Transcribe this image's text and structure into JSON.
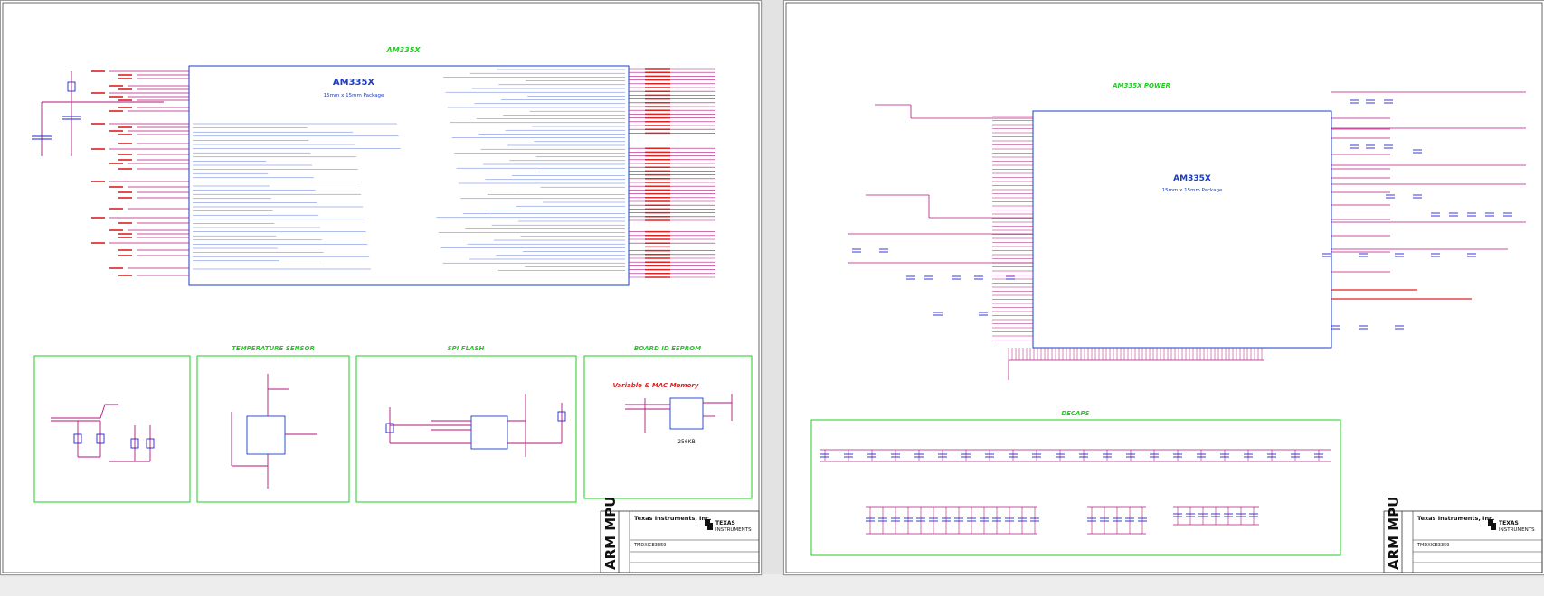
{
  "colors": {
    "wire": "#b0167a",
    "net_red": "#e02020",
    "chip_blue": "#1a3cc8",
    "frame_green": "#22cc22",
    "symbol_blue": "#2222cc"
  },
  "sheet1": {
    "chip_header": "AM335X",
    "chip_title": "AM335X",
    "chip_subtitle": "15mm x 15mm Package",
    "sections": {
      "temperature": "TEMPERATURE SENSOR",
      "spi_flash": "SPI FLASH",
      "board_id": "BOARD ID EEPROM",
      "eeprom_label": "Variable & MAC Memory",
      "eeprom_part": "256KB"
    },
    "title_block": {
      "company": "Texas Instruments, Inc.",
      "brand_line1": "TEXAS",
      "brand_line2": "INSTRUMENTS",
      "vertical": "ARM MPU",
      "part": "TMDXICE3359"
    }
  },
  "sheet2": {
    "power_header": "AM335X POWER",
    "chip_title": "AM335X",
    "chip_subtitle": "15mm x 15mm Package",
    "decaps": "DECAPS",
    "title_block": {
      "company": "Texas Instruments, Inc.",
      "brand_line1": "TEXAS",
      "brand_line2": "INSTRUMENTS",
      "vertical": "ARM MPU",
      "part": "TMDXICE3359"
    }
  }
}
